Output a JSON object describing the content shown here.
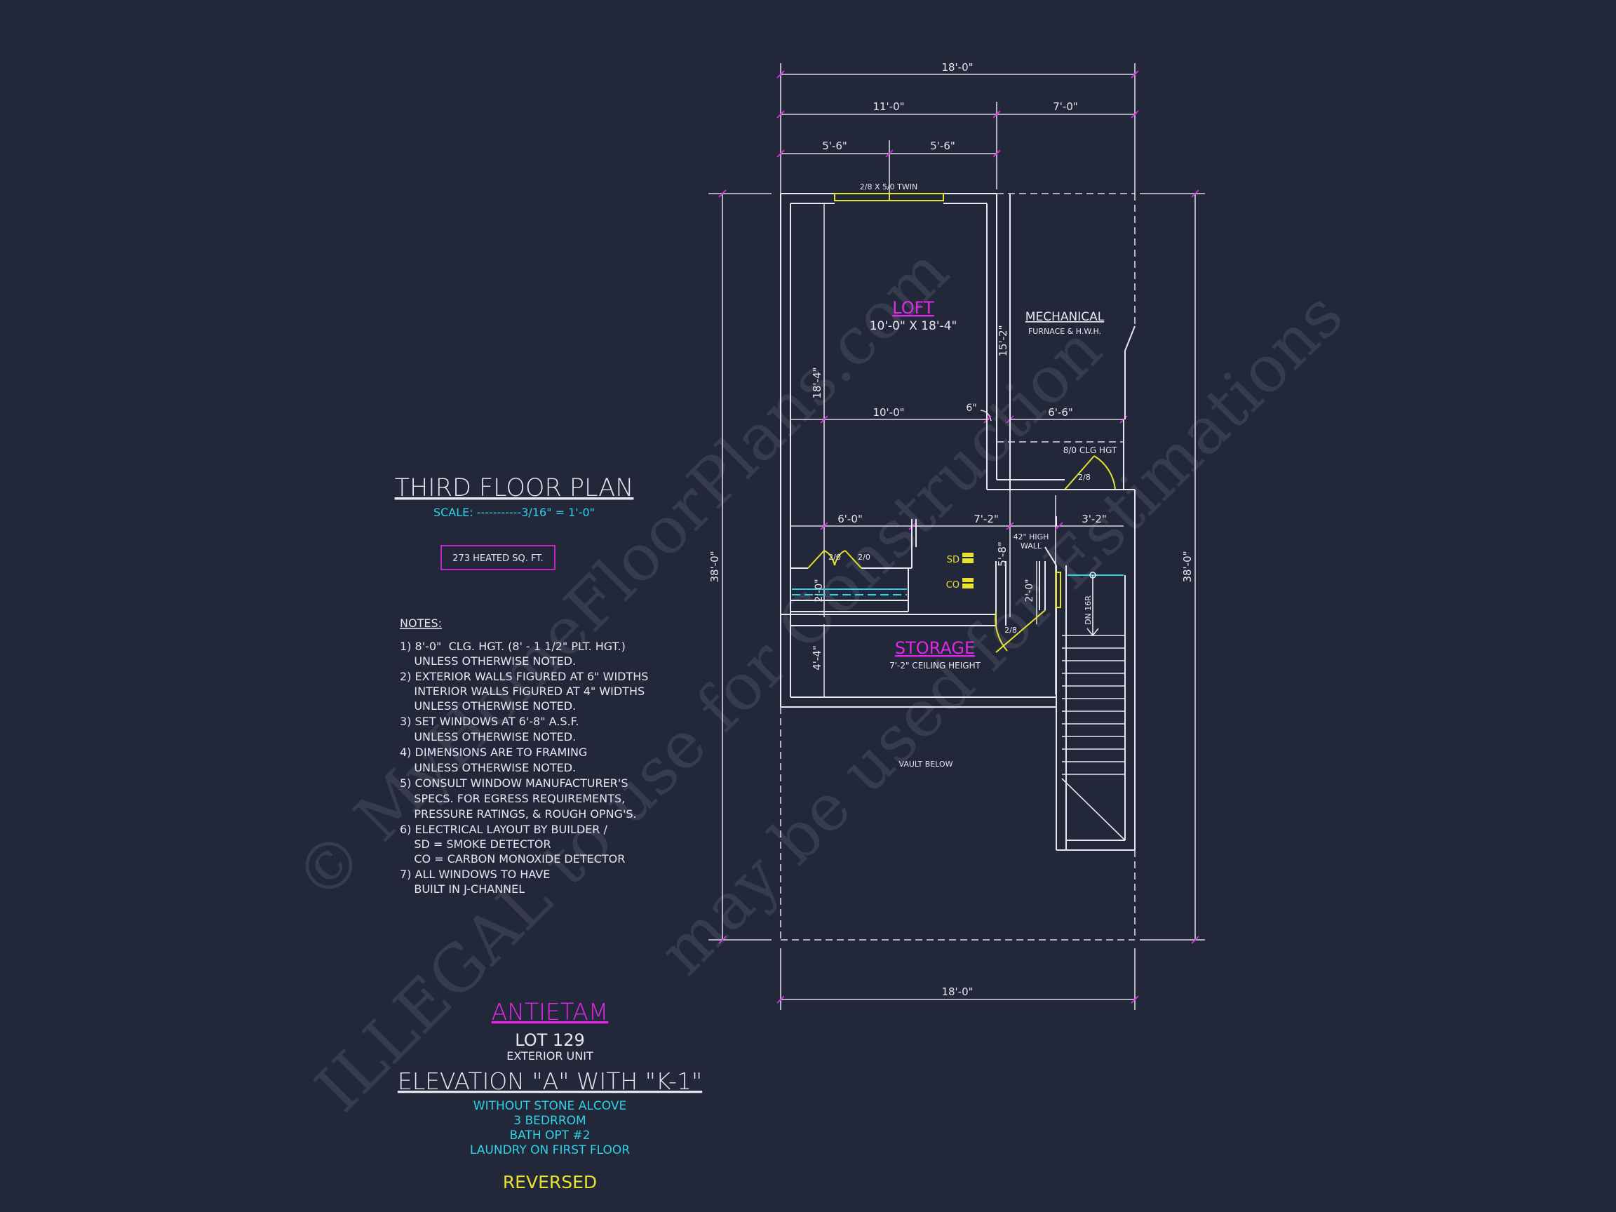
{
  "plan": {
    "title": "THIRD FLOOR PLAN",
    "scale": "SCALE: -----------3/16\" = 1'-0\"",
    "area": "273 HEATED SQ. FT."
  },
  "notes": {
    "heading": "NOTES:",
    "lines": [
      "1) 8'-0\"  CLG. HGT. (8' - 1 1/2\" PLT. HGT.)",
      "    UNLESS OTHERWISE NOTED.",
      "2) EXTERIOR WALLS FIGURED AT 6\" WIDTHS",
      "    INTERIOR WALLS FIGURED AT 4\" WIDTHS",
      "    UNLESS OTHERWISE NOTED.",
      "3) SET WINDOWS AT 6'-8\" A.S.F.",
      "    UNLESS OTHERWISE NOTED.",
      "4) DIMENSIONS ARE TO FRAMING",
      "    UNLESS OTHERWISE NOTED.",
      "5) CONSULT WINDOW MANUFACTURER'S",
      "    SPECS. FOR EGRESS REQUIREMENTS,",
      "    PRESSURE RATINGS, & ROUGH OPNG'S.",
      "6) ELECTRICAL LAYOUT BY BUILDER /",
      "    SD = SMOKE DETECTOR",
      "    CO = CARBON MONOXIDE DETECTOR",
      "7) ALL WINDOWS TO HAVE",
      "    BUILT IN J-CHANNEL"
    ]
  },
  "titleblock": {
    "name": "ANTIETAM",
    "lot": "LOT 129",
    "unit": "EXTERIOR UNIT",
    "elevation": "ELEVATION \"A\" WITH \"K-1\"",
    "options": [
      "WITHOUT STONE ALCOVE",
      "3 BEDRROM",
      "BATH OPT #2",
      "LAUNDRY ON FIRST FLOOR"
    ],
    "reversed": "REVERSED"
  },
  "rooms": {
    "loft": "LOFT",
    "loft_size": "10'-0\" X 18'-4\"",
    "mechanical": "MECHANICAL",
    "mechanical_sub": "FURNACE & H.W.H.",
    "storage": "STORAGE",
    "storage_sub": "7'-2\" CEILING HEIGHT",
    "vault": "VAULT BELOW",
    "clg_note": "8/0 CLG HGT",
    "high_wall": [
      "42\" HIGH",
      "WALL"
    ],
    "window": "2/8 X 5/0 TWIN",
    "stair_dn": "DN 16R",
    "sd": "SD",
    "co": "CO"
  },
  "doors": {
    "mech": "2/8",
    "closet_left": "2/0",
    "closet_right": "2/0",
    "storage": "2/8"
  },
  "dims": {
    "top_overall": "18'-0\"",
    "top_left": "11'-0\"",
    "top_right": "7'-0\"",
    "top_sub1": "5'-6\"",
    "top_sub2": "5'-6\"",
    "bottom_overall": "18'-0\"",
    "left_overall": "38'-0\"",
    "right_overall": "38'-0\"",
    "loft_height": "18'-4\"",
    "mech_height": "15'-2\"",
    "loft_width": "10'-0\"",
    "mech_width": "6'-6\"",
    "six_inch": "6\"",
    "closet_width": "6'-0\"",
    "hall_width": "7'-2\"",
    "stair_width": "3'-2\"",
    "hall_height": "5'-8\"",
    "closet_depth": "2'-0\"",
    "landing": "2'-0\"",
    "storage_height": "4'-4\""
  },
  "watermark": {
    "line1": "© MyHomeFloorPlans.com",
    "line2": "ILLEGAL to use for Construction",
    "line3": "may be used for Estimations"
  }
}
